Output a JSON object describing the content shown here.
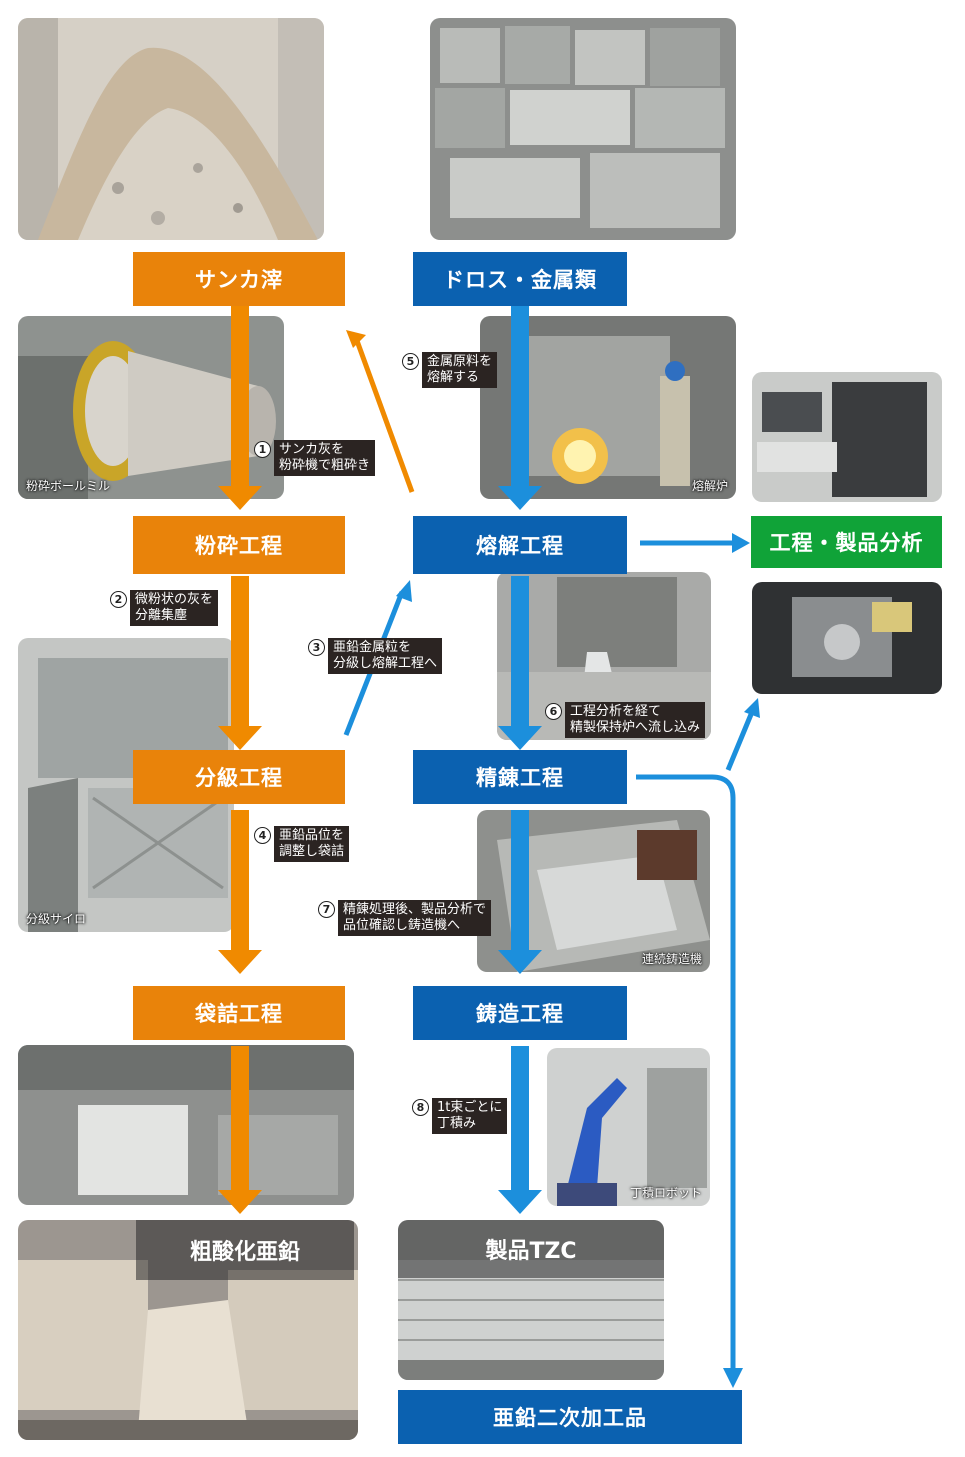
{
  "boxes": {
    "sanka": "サンカ滓",
    "dross": "ドロス・金属類",
    "funsai": "粉砕工程",
    "youkai": "熔解工程",
    "analysis": "工程・製品分析",
    "bunkyu": "分級工程",
    "seiren": "精錬工程",
    "fukuro": "袋詰工程",
    "chuzo": "鋳造工程",
    "niji": "亜鉛二次加工品"
  },
  "products": {
    "zinc_oxide": "粗酸化亜鉛",
    "tzc": "製品TZC"
  },
  "captions": {
    "ballmill": "粉砕ボールミル",
    "furnace": "熔解炉",
    "silo": "分級サイロ",
    "caster": "連続鋳造機",
    "robot": "丁積ロボット"
  },
  "notes": [
    {
      "num": "1",
      "text": "サンカ灰を\n粉砕機で粗砕き"
    },
    {
      "num": "2",
      "text": "微粉状の灰を\n分離集塵"
    },
    {
      "num": "3",
      "text": "亜鉛金属粒を\n分級し熔解工程へ"
    },
    {
      "num": "4",
      "text": "亜鉛品位を\n調整し袋詰"
    },
    {
      "num": "5",
      "text": "金属原料を\n熔解する"
    },
    {
      "num": "6",
      "text": "工程分析を経て\n精製保持炉へ流し込み"
    },
    {
      "num": "7",
      "text": "精錬処理後、製品分析で\n品位確認し鋳造機へ"
    },
    {
      "num": "8",
      "text": "1t束ごとに\n丁積み"
    }
  ],
  "colors": {
    "orange": "#e9830a",
    "blue": "#0b61b0",
    "green": "#10a338",
    "arrow_blue": "#1c8fdc"
  }
}
